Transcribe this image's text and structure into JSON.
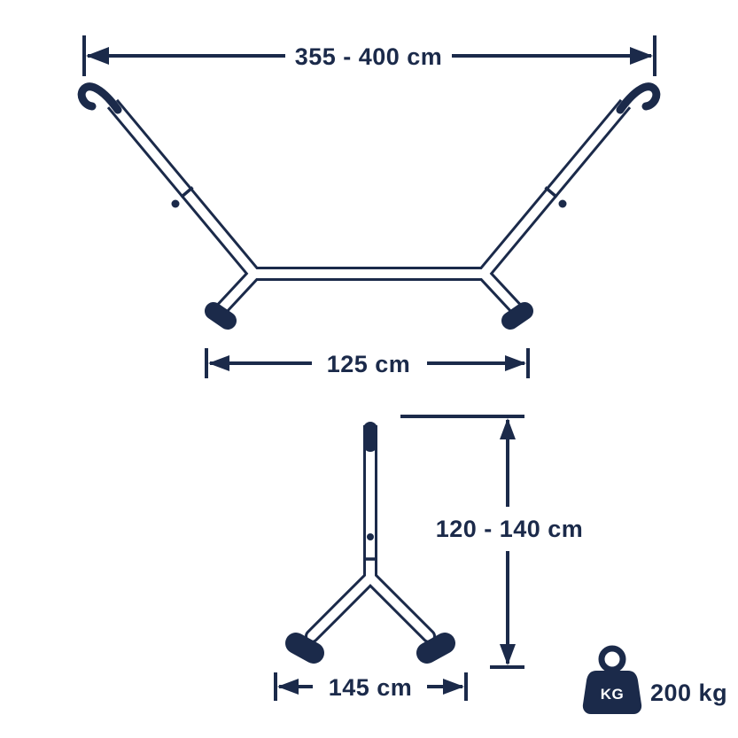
{
  "colors": {
    "ink": "#1b2a4a",
    "background": "#ffffff"
  },
  "measurements": {
    "total_width": "355 - 400 cm",
    "base_width": "125 cm",
    "height": "120 - 140 cm",
    "base_depth": "145 cm"
  },
  "capacity": {
    "weight_icon_text": "KG",
    "max_load": "200 kg"
  }
}
